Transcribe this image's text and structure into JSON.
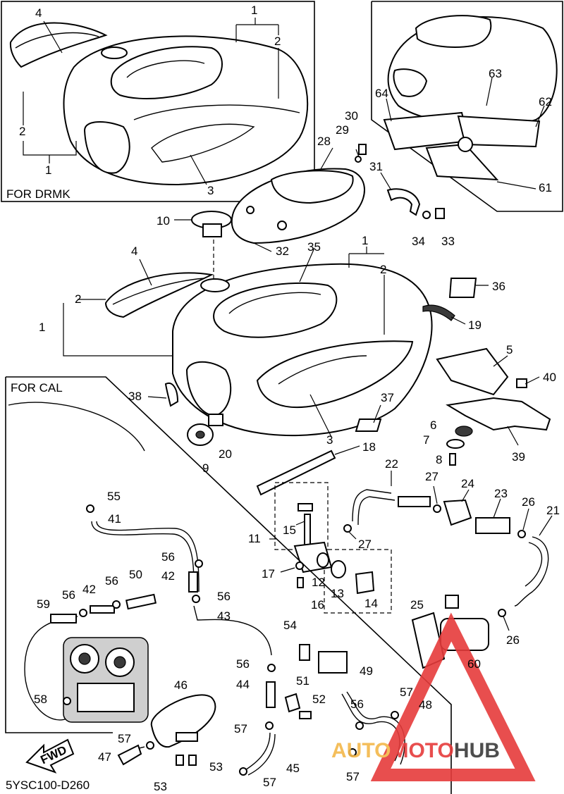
{
  "diagram_code": "5YSC100-D260",
  "inset_drmk_caption": "FOR DRMK",
  "inset_cal_caption": "FOR CAL",
  "fwd_label": "FWD",
  "watermark": {
    "text_a": "AUTO",
    "text_b": "MOTO",
    "text_c": "HUB",
    "color_a": "#f3b74a",
    "color_b": "#e63b3b",
    "color_c": "#3a3a3a"
  },
  "callouts": [
    {
      "id": "c1a",
      "text": "1"
    },
    {
      "id": "c2a",
      "text": "2"
    },
    {
      "id": "c4a",
      "text": "4"
    },
    {
      "id": "c2b",
      "text": "2"
    },
    {
      "id": "c1b",
      "text": "1"
    },
    {
      "id": "c3a",
      "text": "3"
    },
    {
      "id": "c63",
      "text": "63"
    },
    {
      "id": "c64",
      "text": "64"
    },
    {
      "id": "c62",
      "text": "62"
    },
    {
      "id": "c61",
      "text": "61"
    },
    {
      "id": "c30",
      "text": "30"
    },
    {
      "id": "c29",
      "text": "29"
    },
    {
      "id": "c28",
      "text": "28"
    },
    {
      "id": "c31",
      "text": "31"
    },
    {
      "id": "c10",
      "text": "10"
    },
    {
      "id": "c34",
      "text": "34"
    },
    {
      "id": "c33",
      "text": "33"
    },
    {
      "id": "c32",
      "text": "32"
    },
    {
      "id": "c35",
      "text": "35"
    },
    {
      "id": "c4b",
      "text": "4"
    },
    {
      "id": "c1c",
      "text": "1"
    },
    {
      "id": "c2c",
      "text": "2"
    },
    {
      "id": "c1d",
      "text": "1"
    },
    {
      "id": "c2d",
      "text": "2"
    },
    {
      "id": "c36",
      "text": "36"
    },
    {
      "id": "c19",
      "text": "19"
    },
    {
      "id": "c5",
      "text": "5"
    },
    {
      "id": "c40",
      "text": "40"
    },
    {
      "id": "c38",
      "text": "38"
    },
    {
      "id": "c37",
      "text": "37"
    },
    {
      "id": "c3b",
      "text": "3"
    },
    {
      "id": "c6",
      "text": "6"
    },
    {
      "id": "c7",
      "text": "7"
    },
    {
      "id": "c39",
      "text": "39"
    },
    {
      "id": "c8",
      "text": "8"
    },
    {
      "id": "c9",
      "text": "9"
    },
    {
      "id": "c20",
      "text": "20"
    },
    {
      "id": "c18",
      "text": "18"
    },
    {
      "id": "c22",
      "text": "22"
    },
    {
      "id": "c27a",
      "text": "27"
    },
    {
      "id": "c24",
      "text": "24"
    },
    {
      "id": "c23",
      "text": "23"
    },
    {
      "id": "c26a",
      "text": "26"
    },
    {
      "id": "c21",
      "text": "21"
    },
    {
      "id": "c55",
      "text": "55"
    },
    {
      "id": "c41",
      "text": "41"
    },
    {
      "id": "c11",
      "text": "11"
    },
    {
      "id": "c15",
      "text": "15"
    },
    {
      "id": "c27b",
      "text": "27"
    },
    {
      "id": "c17",
      "text": "17"
    },
    {
      "id": "c12",
      "text": "12"
    },
    {
      "id": "c13",
      "text": "13"
    },
    {
      "id": "c14",
      "text": "14"
    },
    {
      "id": "c16",
      "text": "16"
    },
    {
      "id": "c56a",
      "text": "56"
    },
    {
      "id": "c42a",
      "text": "42"
    },
    {
      "id": "c50",
      "text": "50"
    },
    {
      "id": "c56b",
      "text": "56"
    },
    {
      "id": "c42b",
      "text": "42"
    },
    {
      "id": "c56c",
      "text": "56"
    },
    {
      "id": "c59",
      "text": "59"
    },
    {
      "id": "c56d",
      "text": "56"
    },
    {
      "id": "c43",
      "text": "43"
    },
    {
      "id": "c25",
      "text": "25"
    },
    {
      "id": "c60",
      "text": "60"
    },
    {
      "id": "c26b",
      "text": "26"
    },
    {
      "id": "c54",
      "text": "54"
    },
    {
      "id": "c49",
      "text": "49"
    },
    {
      "id": "c56e",
      "text": "56"
    },
    {
      "id": "c46",
      "text": "46"
    },
    {
      "id": "c44",
      "text": "44"
    },
    {
      "id": "c51",
      "text": "51"
    },
    {
      "id": "c52",
      "text": "52"
    },
    {
      "id": "c57a",
      "text": "57"
    },
    {
      "id": "c48",
      "text": "48"
    },
    {
      "id": "c56f",
      "text": "56"
    },
    {
      "id": "c58",
      "text": "58"
    },
    {
      "id": "c57b",
      "text": "57"
    },
    {
      "id": "c57c",
      "text": "57"
    },
    {
      "id": "c47",
      "text": "47"
    },
    {
      "id": "c53a",
      "text": "53"
    },
    {
      "id": "c45",
      "text": "45"
    },
    {
      "id": "c53b",
      "text": "53"
    },
    {
      "id": "c57d",
      "text": "57"
    },
    {
      "id": "c57e",
      "text": "57"
    }
  ]
}
